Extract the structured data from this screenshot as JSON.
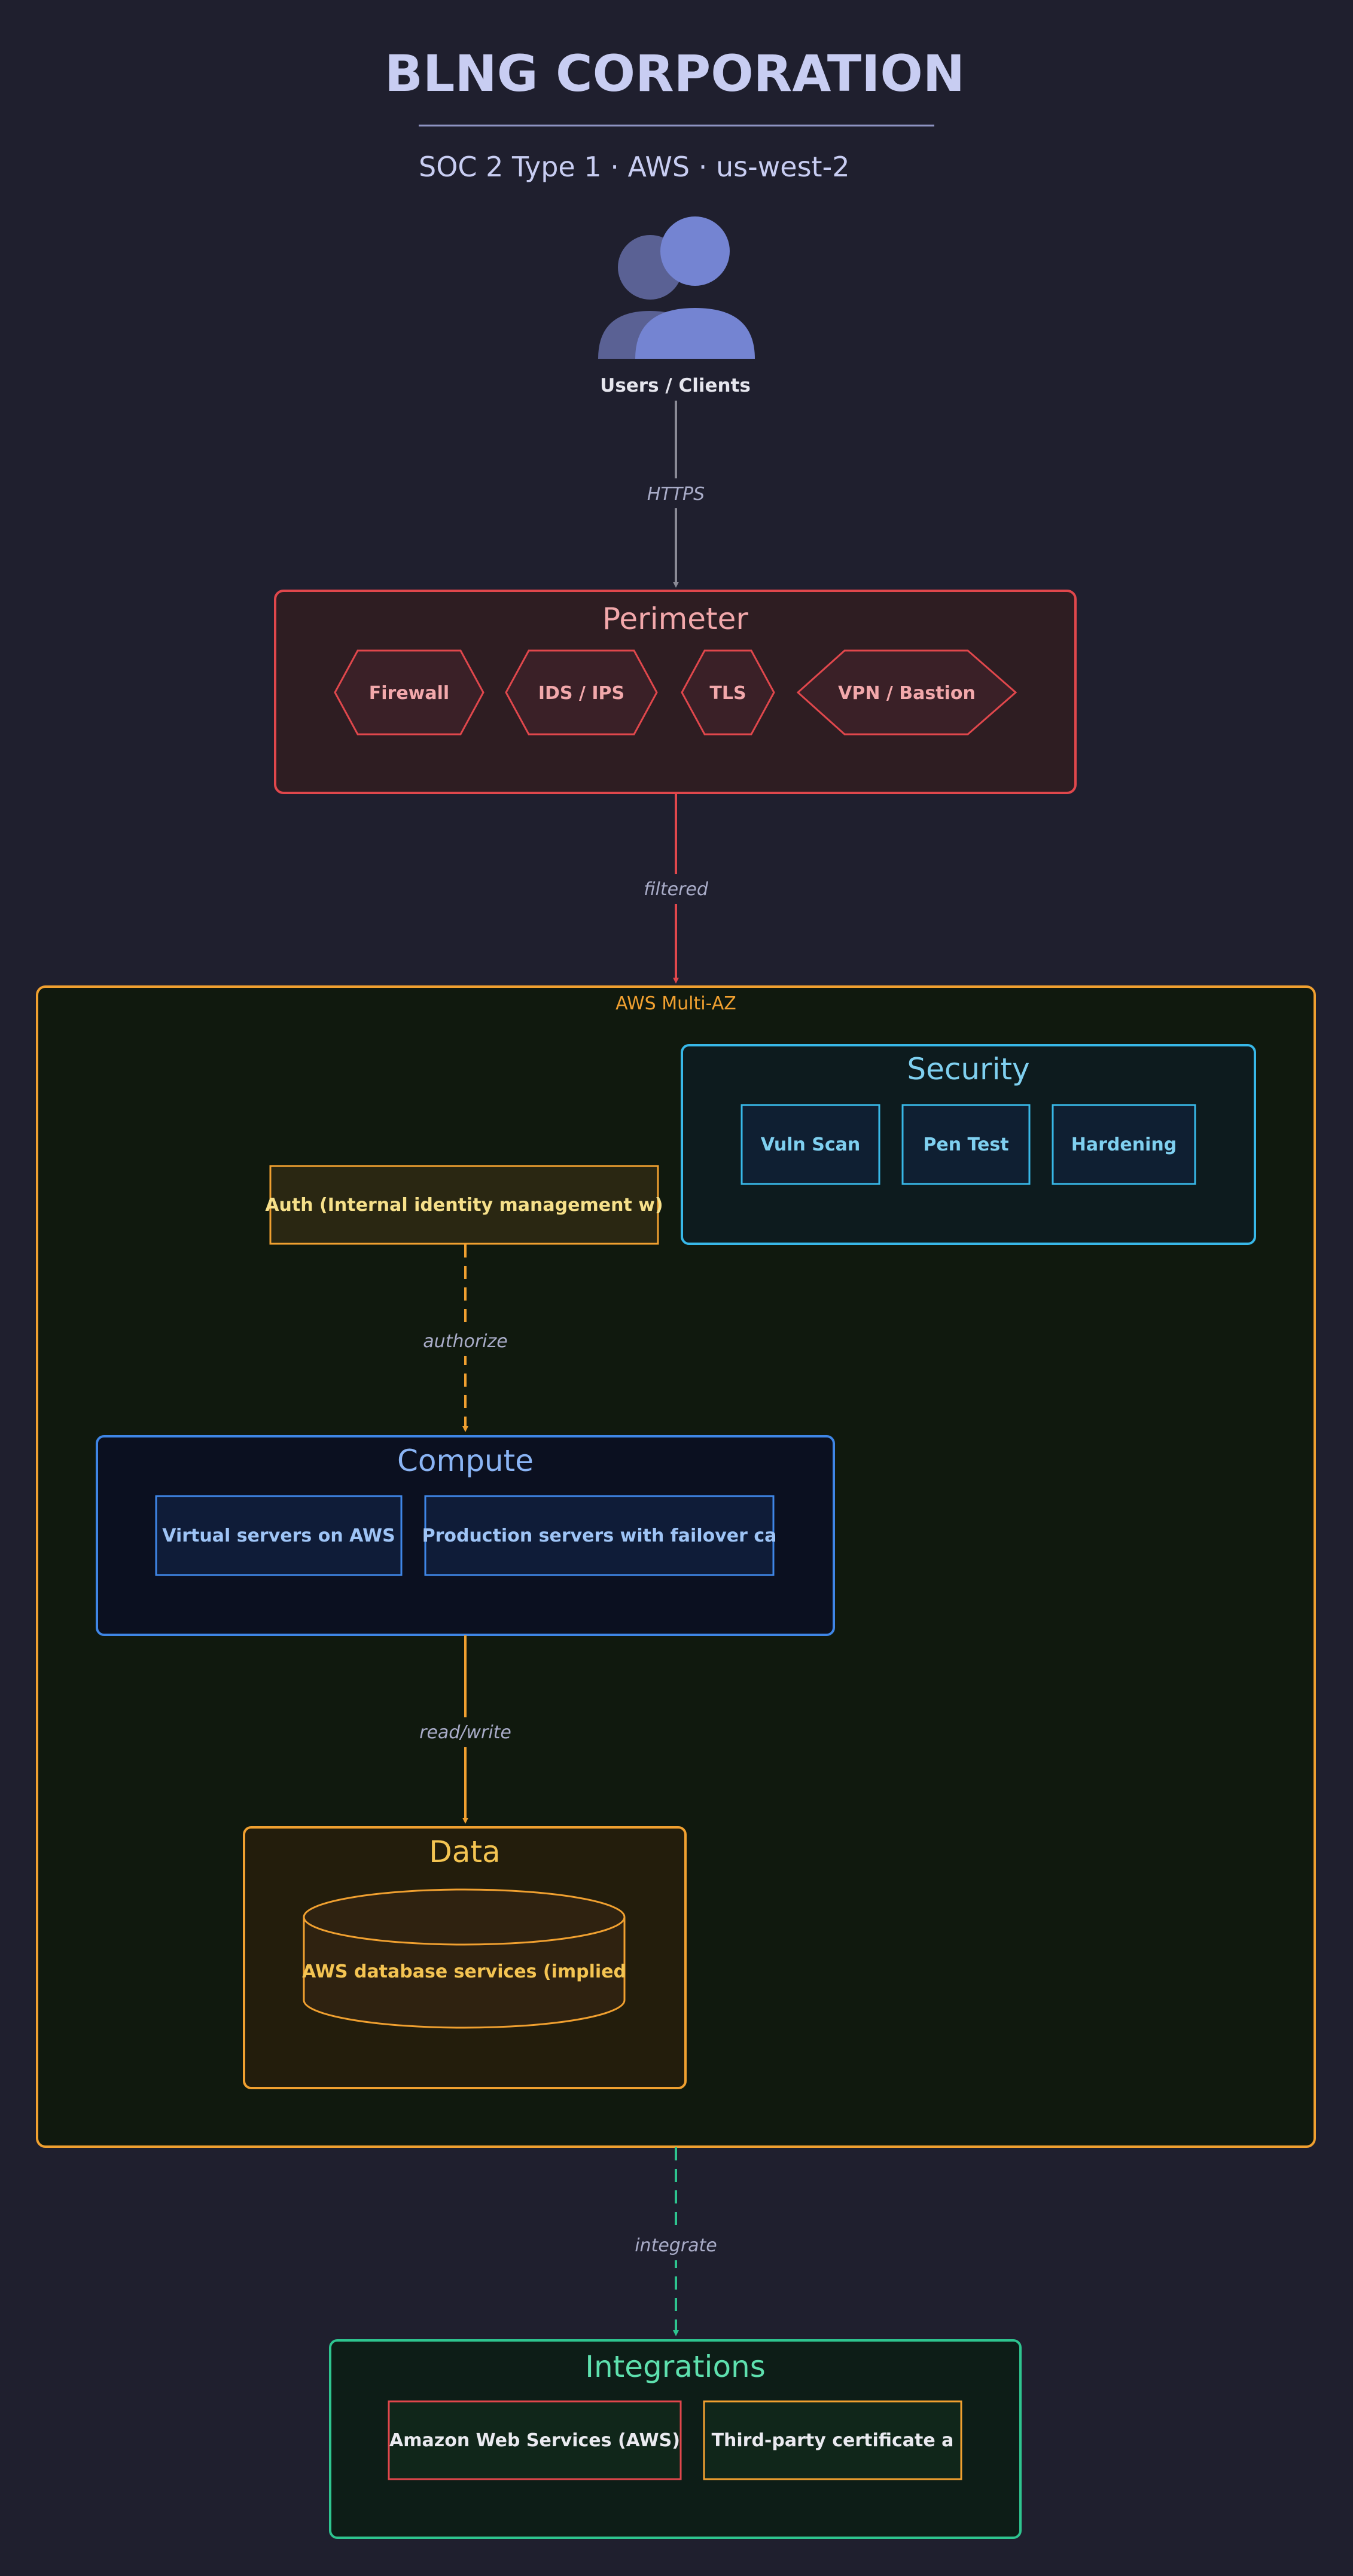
{
  "header": {
    "title": "BLNG CORPORATION",
    "subtitle": "SOC 2 Type 1 · AWS · us-west-2"
  },
  "users": {
    "label": "Users / Clients",
    "icon": "users-icon"
  },
  "edges": {
    "https": "HTTPS",
    "filtered": "filtered",
    "authorize": "authorize",
    "read_write": "read/write",
    "integrate": "integrate"
  },
  "perimeter": {
    "title": "Perimeter",
    "items": [
      "Firewall",
      "IDS / IPS",
      "TLS",
      "VPN / Bastion"
    ]
  },
  "aws": {
    "label": "AWS Multi-AZ",
    "security": {
      "title": "Security",
      "items": [
        "Vuln Scan",
        "Pen Test",
        "Hardening"
      ]
    },
    "auth": {
      "label": "Auth (Internal identity management w)"
    },
    "compute": {
      "title": "Compute",
      "items": [
        "Virtual servers on AWS",
        "Production servers with failover ca"
      ]
    },
    "data": {
      "title": "Data",
      "db_label": "AWS database services (implied"
    }
  },
  "integrations": {
    "title": "Integrations",
    "items": [
      "Amazon Web Services (AWS)",
      "Third-party certificate a"
    ]
  },
  "colors": {
    "background": "#1f1f2e",
    "perimeter": "#e0474c",
    "aws": "#f0a030",
    "security": "#38b8e8",
    "compute": "#3f86e6",
    "data": "#f0a030",
    "integrations": "#2ec48f",
    "arrow_gray": "#8a8a96"
  }
}
